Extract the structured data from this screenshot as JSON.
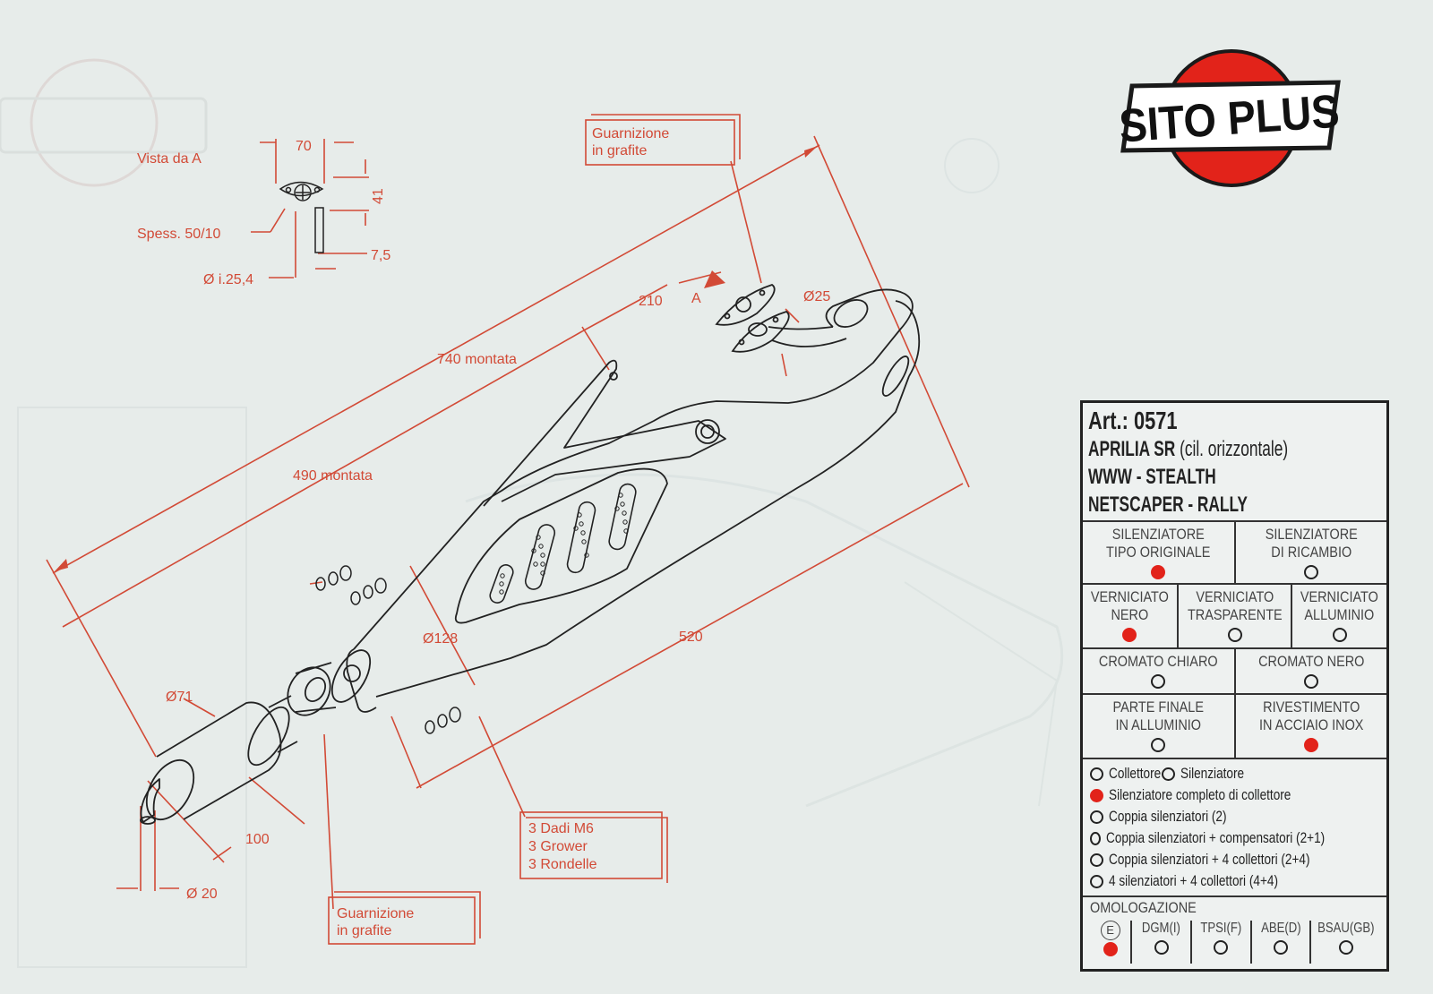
{
  "brand": {
    "name": "SITO PLUS",
    "colors": {
      "accent": "#e2231a",
      "line": "#d24a36",
      "ink": "#222222"
    }
  },
  "drawing": {
    "view_label": "Vista da  A",
    "dim_70": "70",
    "dim_41": "41",
    "dim_7_5": "7,5",
    "thickness": "Spess. 50/10",
    "inner_dia": "Ø i.25,4",
    "gasket_note_top": [
      "Guarnizione",
      "in grafite"
    ],
    "gasket_note_bottom": [
      "Guarnizione",
      "in grafite"
    ],
    "dim_210": "210",
    "label_A": "A",
    "dim_d25": "Ø25",
    "dim_740": "740 montata",
    "dim_490": "490 montata",
    "dim_d128": "Ø128",
    "dim_520": "520",
    "dim_d71": "Ø71",
    "dim_100": "100",
    "dim_d20": "Ø 20",
    "hardware_note": [
      "3 Dadi M6",
      "3 Grower",
      "3 Rondelle"
    ]
  },
  "info": {
    "art_prefix": "Art.:",
    "art_number": "0571",
    "model_line1_bold": "APRILIA SR",
    "model_line1_note": "(cil. orizzontale)",
    "model_line2": "WWW - STEALTH",
    "model_line3": "NETSCAPER - RALLY",
    "silencer_type": [
      {
        "label1": "SILENZIATORE",
        "label2": "TIPO ORIGINALE",
        "selected": true
      },
      {
        "label1": "SILENZIATORE",
        "label2": "DI RICAMBIO",
        "selected": false
      }
    ],
    "paint": [
      {
        "label1": "VERNICIATO",
        "label2": "NERO",
        "selected": true
      },
      {
        "label1": "VERNICIATO",
        "label2": "TRASPARENTE",
        "selected": false
      },
      {
        "label1": "VERNICIATO",
        "label2": "ALLUMINIO",
        "selected": false
      }
    ],
    "chrome": [
      {
        "label1": "CROMATO CHIARO",
        "selected": false
      },
      {
        "label1": "CROMATO NERO",
        "selected": false
      }
    ],
    "finish": [
      {
        "label1": "PARTE FINALE",
        "label2": "IN ALLUMINIO",
        "selected": false
      },
      {
        "label1": "RIVESTIMENTO",
        "label2": "IN ACCIAIO INOX",
        "selected": true
      }
    ],
    "options_first_a": "Collettore",
    "options_first_b": "Silenziatore",
    "options": [
      {
        "label": "Silenziatore completo di collettore",
        "selected": true
      },
      {
        "label": "Coppia silenziatori (2)",
        "selected": false
      },
      {
        "label": "Coppia silenziatori + compensatori (2+1)",
        "selected": false
      },
      {
        "label": "Coppia silenziatori + 4 collettori (2+4)",
        "selected": false
      },
      {
        "label": "4 silenziatori + 4 collettori (4+4)",
        "selected": false
      }
    ],
    "homologation_title": "OMOLOGAZIONE",
    "homologation": [
      {
        "label": "E",
        "selected": true
      },
      {
        "label": "DGM(I)",
        "selected": false
      },
      {
        "label": "TPSI(F)",
        "selected": false
      },
      {
        "label": "ABE(D)",
        "selected": false
      },
      {
        "label": "BSAU(GB)",
        "selected": false
      }
    ]
  }
}
